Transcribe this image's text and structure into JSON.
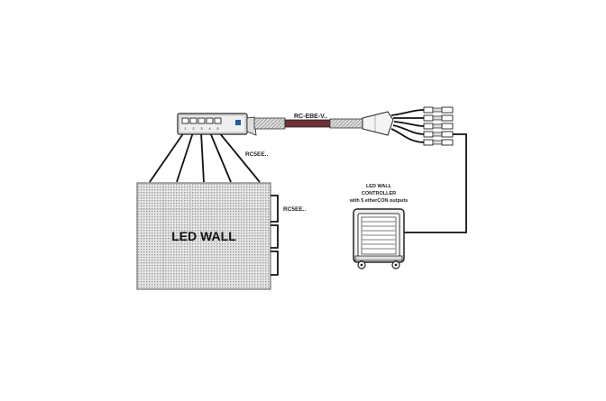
{
  "diagram": {
    "cable_label": "RC-EBE-V..",
    "patch_cable_label_top": "RC5EE..",
    "patch_cable_label_side": "RC5EE..",
    "led_wall_label": "LED WALL",
    "controller_label_line1": "LED WALL",
    "controller_label_line2": "CONTROLLER",
    "controller_label_line3": "with 5 etherCON outputs",
    "port_numbers": [
      "1",
      "2",
      "3",
      "4",
      "5"
    ],
    "colors": {
      "line": "#111111",
      "cable_jacket": "#6e3238",
      "panel_face": "#efefef",
      "led_wall_fill": "#d9d9d9",
      "accent_blue": "#1e5aa8"
    }
  }
}
